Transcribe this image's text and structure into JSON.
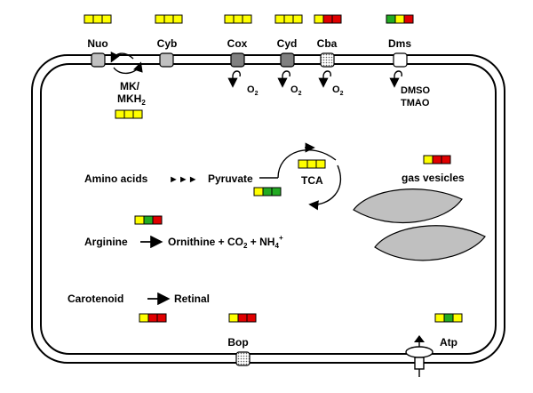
{
  "colors": {
    "yellow": "#ffff00",
    "red": "#e00000",
    "green": "#22aa22",
    "vesicle_fill": "#c0c0c0",
    "cox_cyd_protein": "#808080",
    "nuo_cyb_protein": "#c0c0c0",
    "outline": "#000000"
  },
  "expression_boxes": [
    {
      "id": "nuo",
      "colors": [
        "yellow",
        "yellow",
        "yellow"
      ]
    },
    {
      "id": "cyb",
      "colors": [
        "yellow",
        "yellow",
        "yellow"
      ]
    },
    {
      "id": "cox",
      "colors": [
        "yellow",
        "yellow",
        "yellow"
      ]
    },
    {
      "id": "cyd",
      "colors": [
        "yellow",
        "yellow",
        "yellow"
      ]
    },
    {
      "id": "cba",
      "colors": [
        "yellow",
        "red",
        "red"
      ]
    },
    {
      "id": "dms",
      "colors": [
        "green",
        "yellow",
        "red"
      ]
    },
    {
      "id": "mk",
      "colors": [
        "yellow",
        "yellow",
        "yellow"
      ]
    },
    {
      "id": "tca",
      "colors": [
        "yellow",
        "yellow",
        "yellow"
      ]
    },
    {
      "id": "pyruvate",
      "colors": [
        "yellow",
        "green",
        "green"
      ]
    },
    {
      "id": "gas_vesicles",
      "colors": [
        "yellow",
        "red",
        "red"
      ]
    },
    {
      "id": "arginine",
      "colors": [
        "yellow",
        "green",
        "red"
      ]
    },
    {
      "id": "carotenoid",
      "colors": [
        "yellow",
        "red",
        "red"
      ]
    },
    {
      "id": "bop",
      "colors": [
        "yellow",
        "red",
        "red"
      ]
    },
    {
      "id": "atp",
      "colors": [
        "yellow",
        "green",
        "yellow"
      ]
    }
  ],
  "labels": {
    "nuo": "Nuo",
    "cyb": "Cyb",
    "cox": "Cox",
    "cyd": "Cyd",
    "cba": "Cba",
    "dms": "Dms",
    "mk": "MK/",
    "mkh2_base": "MKH",
    "mkh2_sub": "2",
    "o2_base": "O",
    "o2_sub": "2",
    "dmso": "DMSO",
    "tmao": "TMAO",
    "amino_acids": "Amino acids",
    "triple_arrow": "►►►",
    "pyruvate": "Pyruvate",
    "tca": "TCA",
    "gas_vesicles": "gas vesicles",
    "arginine": "Arginine",
    "ornithine_eq": "Ornithine + CO",
    "co2_sub": "2",
    "plus_nh4": " + NH",
    "nh4_sub": "4",
    "nh4_sup": "+",
    "carotenoid": "Carotenoid",
    "retinal": "Retinal",
    "bop": "Bop",
    "atp": "Atp"
  }
}
